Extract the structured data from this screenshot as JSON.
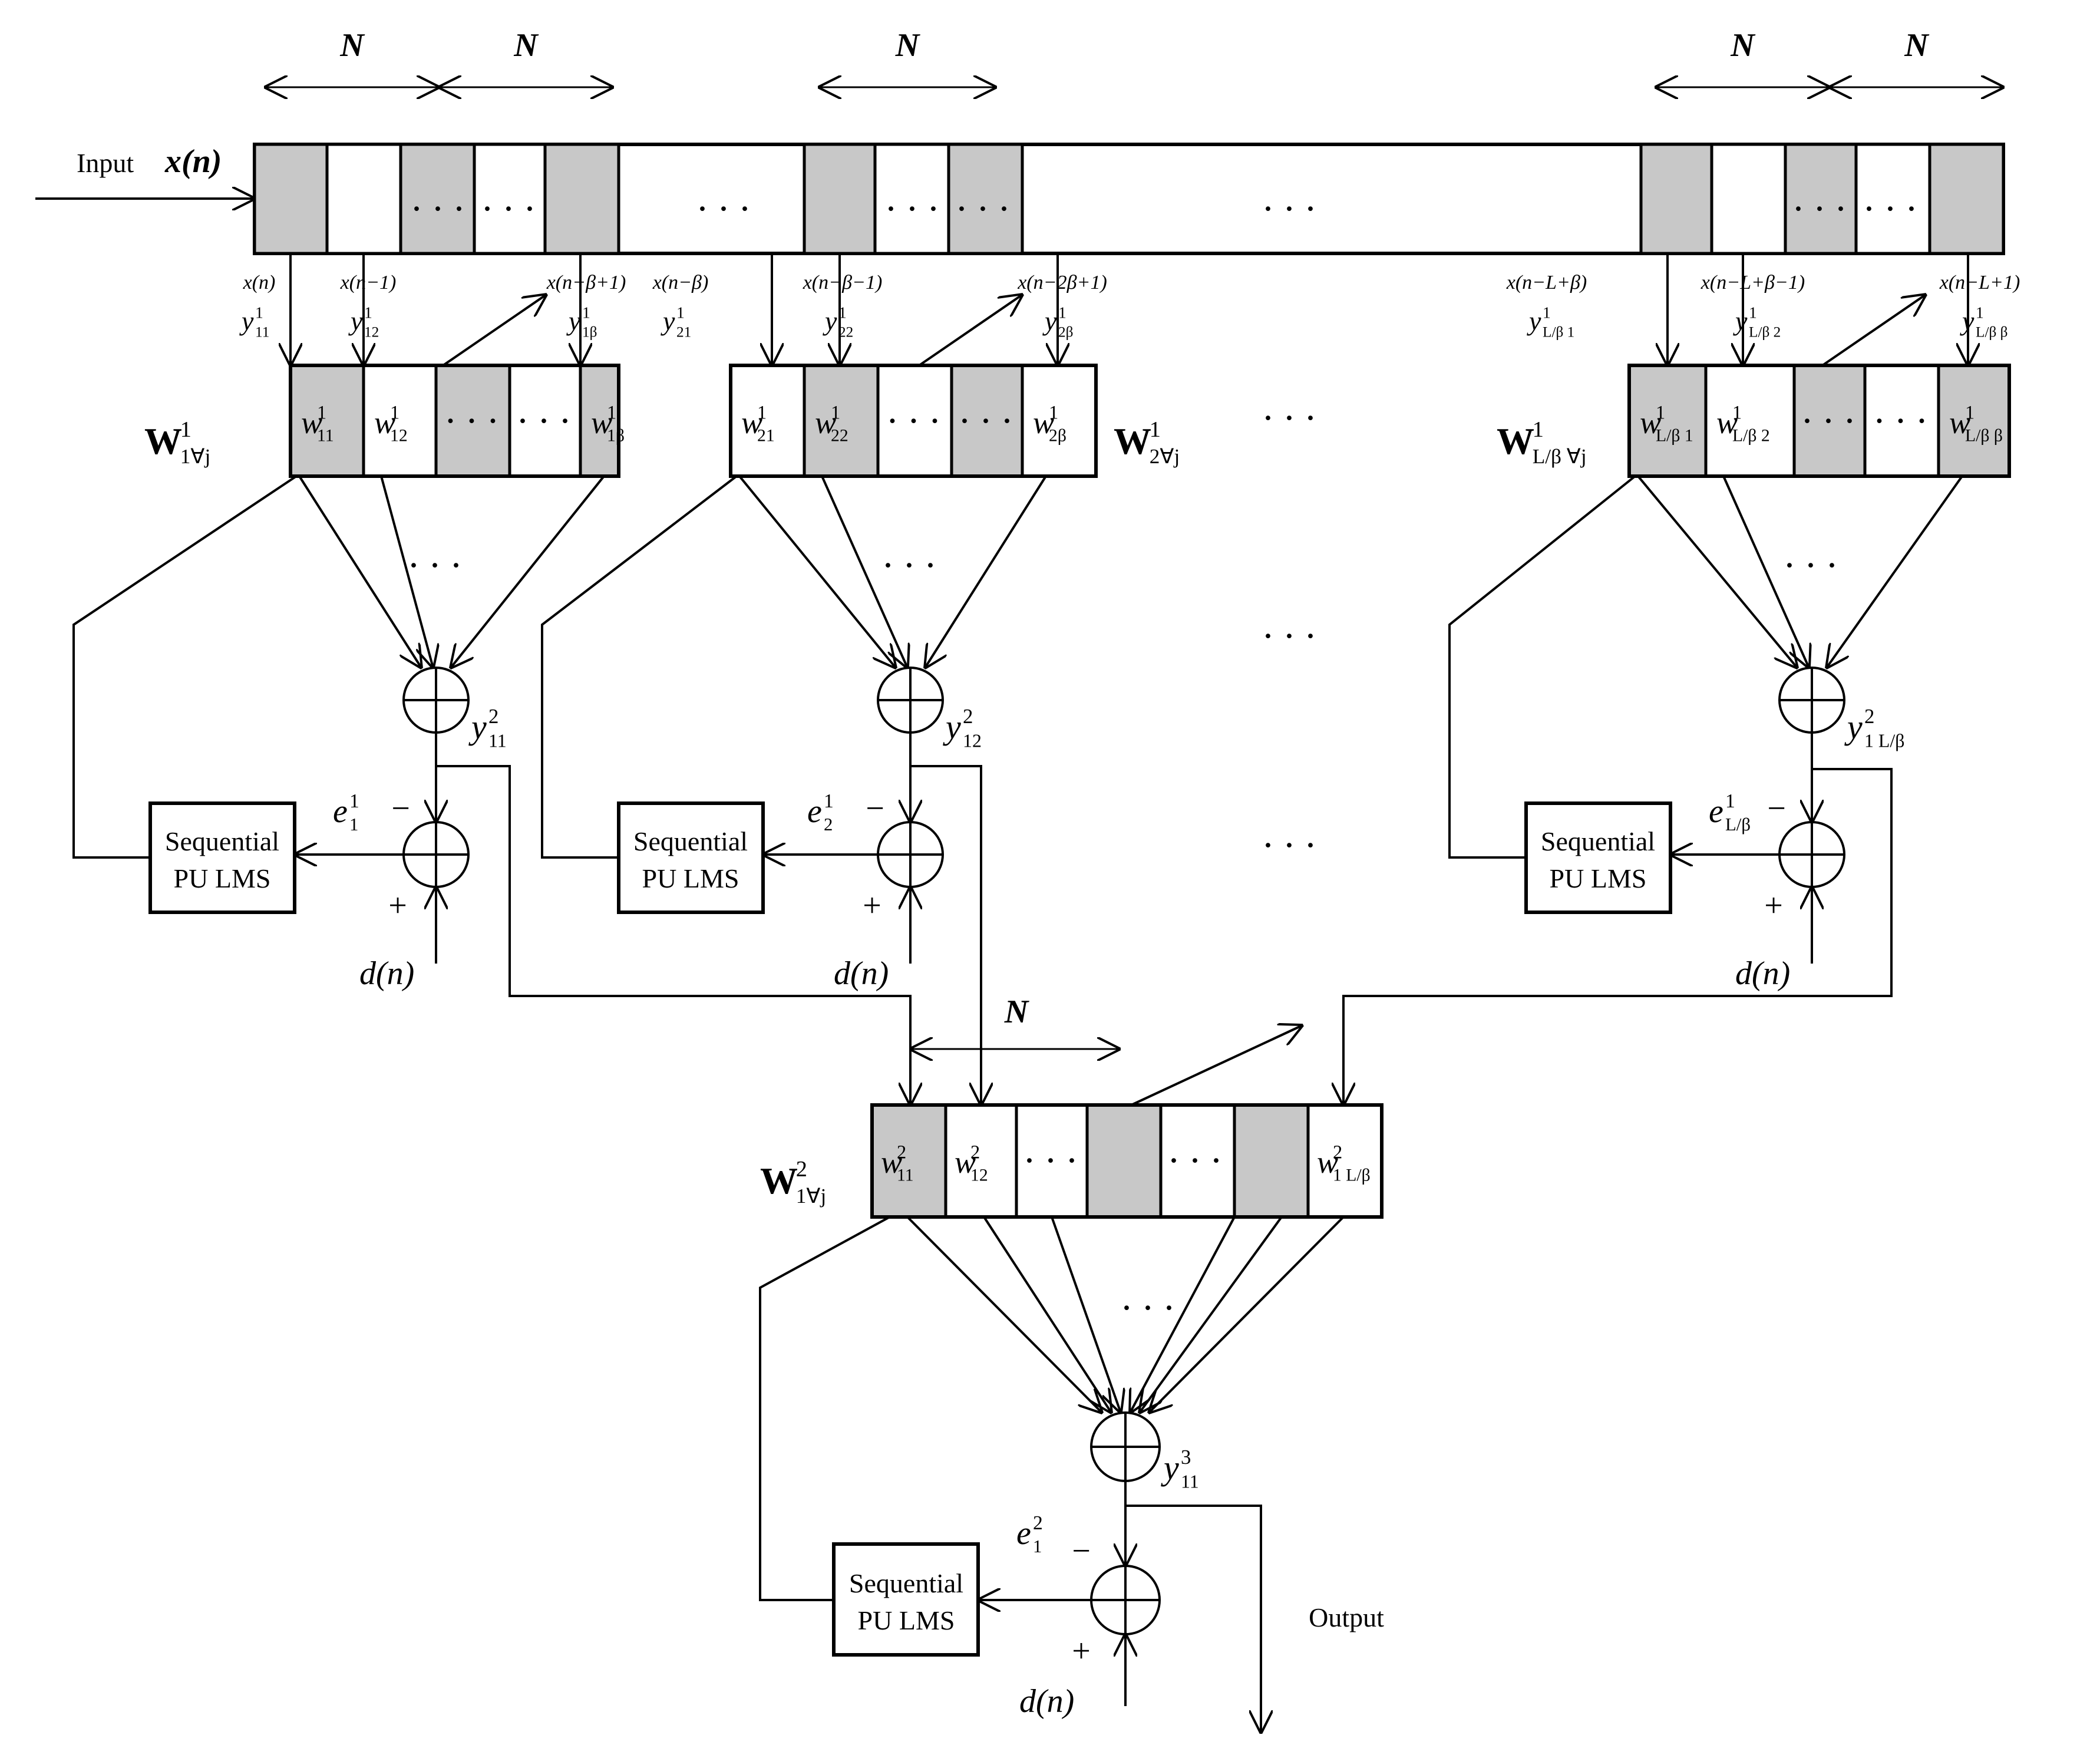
{
  "colors": {
    "shaded": "#c8c8c8",
    "clear": "#ffffff",
    "line": "#000000"
  },
  "input": {
    "label": "Input",
    "signal": "x(n)"
  },
  "span_label": "N",
  "dots": "· · ·",
  "taps": [
    "x(n)",
    "x(n−1)",
    "x(n−β+1)",
    "x(n−β)",
    "x(n−β−1)",
    "x(n−2β+1)",
    "x(n−L+β)",
    "x(n−L+β−1)",
    "x(n−L+1)"
  ],
  "stage1": {
    "groups": [
      {
        "vector": "W",
        "vector_sup": "1",
        "vector_sub": "1∀j",
        "cells": [
          {
            "text": "w",
            "sup": "1",
            "sub": "11",
            "shaded": true
          },
          {
            "text": "w",
            "sup": "1",
            "sub": "12",
            "shaded": false
          },
          {
            "text": "",
            "shaded": true
          },
          {
            "text": "",
            "shaded": false
          },
          {
            "text": "w",
            "sup": "1",
            "sub": "1β",
            "shaded": true
          }
        ],
        "inputs": [
          {
            "base": "y",
            "sup": "1",
            "sub": "11"
          },
          {
            "base": "y",
            "sup": "1",
            "sub": "12"
          },
          {
            "base": "y",
            "sup": "1",
            "sub": "1β"
          }
        ],
        "sum_out": {
          "base": "y",
          "sup": "2",
          "sub": "11"
        },
        "error": {
          "base": "e",
          "sup": "1",
          "sub": "1"
        },
        "lms": [
          "Sequential",
          "PU LMS"
        ],
        "desired": "d(n)"
      },
      {
        "vector": "W",
        "vector_sup": "1",
        "vector_sub": "2∀j",
        "cells": [
          {
            "text": "w",
            "sup": "1",
            "sub": "21",
            "shaded": false
          },
          {
            "text": "w",
            "sup": "1",
            "sub": "22",
            "shaded": true
          },
          {
            "text": "",
            "shaded": false
          },
          {
            "text": "",
            "shaded": true
          },
          {
            "text": "w",
            "sup": "1",
            "sub": "2β",
            "shaded": false
          }
        ],
        "inputs": [
          {
            "base": "y",
            "sup": "1",
            "sub": "21"
          },
          {
            "base": "y",
            "sup": "1",
            "sub": "22"
          },
          {
            "base": "y",
            "sup": "1",
            "sub": "2β"
          }
        ],
        "sum_out": {
          "base": "y",
          "sup": "2",
          "sub": "12"
        },
        "error": {
          "base": "e",
          "sup": "1",
          "sub": "2"
        },
        "lms": [
          "Sequential",
          "PU LMS"
        ],
        "desired": "d(n)"
      },
      {
        "vector": "W",
        "vector_sup": "1",
        "vector_sub": "L/β ∀j",
        "cells": [
          {
            "text": "w",
            "sup": "1",
            "sub": "L/β 1",
            "shaded": true
          },
          {
            "text": "w",
            "sup": "1",
            "sub": "L/β 2",
            "shaded": false
          },
          {
            "text": "",
            "shaded": true
          },
          {
            "text": "",
            "shaded": false
          },
          {
            "text": "w",
            "sup": "1",
            "sub": "L/β β",
            "shaded": true
          }
        ],
        "inputs": [
          {
            "base": "y",
            "sup": "1",
            "sub": "L/β 1"
          },
          {
            "base": "y",
            "sup": "1",
            "sub": "L/β 2"
          },
          {
            "base": "y",
            "sup": "1",
            "sub": "L/β β"
          }
        ],
        "sum_out": {
          "base": "y",
          "sup": "2",
          "sub": "1 L/β"
        },
        "error": {
          "base": "e",
          "sup": "1",
          "sub": "L/β"
        },
        "lms": [
          "Sequential",
          "PU LMS"
        ],
        "desired": "d(n)"
      }
    ]
  },
  "stage2": {
    "vector": "W",
    "vector_sup": "2",
    "vector_sub": "1∀j",
    "cells": [
      {
        "text": "w",
        "sup": "2",
        "sub": "11",
        "shaded": true
      },
      {
        "text": "w",
        "sup": "2",
        "sub": "12",
        "shaded": false
      },
      {
        "text": "",
        "shaded": false
      },
      {
        "text": "",
        "shaded": true
      },
      {
        "text": "",
        "shaded": false
      },
      {
        "text": "",
        "shaded": true
      },
      {
        "text": "w",
        "sup": "2",
        "sub": "1 L/β",
        "shaded": false
      }
    ],
    "sum_out": {
      "base": "y",
      "sup": "3",
      "sub": "11"
    },
    "error": {
      "base": "e",
      "sup": "2",
      "sub": "1"
    },
    "lms": [
      "Sequential",
      "PU LMS"
    ],
    "desired": "d(n)",
    "output": "Output"
  },
  "signs": {
    "minus": "−",
    "plus": "+"
  }
}
